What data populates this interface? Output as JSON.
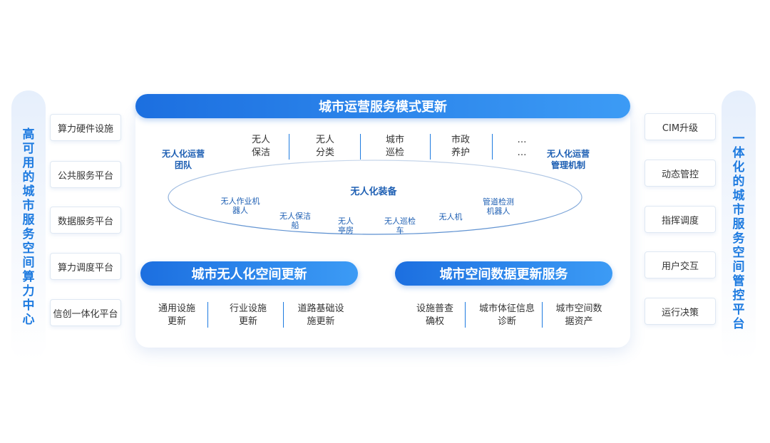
{
  "left_pill": {
    "chars": [
      "高",
      "可",
      "用",
      "的",
      "城",
      "市",
      "服",
      "务",
      "空",
      "间",
      "算",
      "力",
      "中",
      "心"
    ]
  },
  "right_pill": {
    "chars": [
      "一",
      "体",
      "化",
      "的",
      "城",
      "市",
      "服",
      "务",
      "空",
      "间",
      "管",
      "控",
      "平",
      "台"
    ]
  },
  "left_items": [
    "算力硬件设施",
    "公共服务平台",
    "数据服务平台",
    "算力调度平台",
    "信创一体化平台"
  ],
  "right_items": [
    "CIM升级",
    "动态管控",
    "指挥调度",
    "用户交互",
    "运行决策"
  ],
  "top_banner": "城市运营服务模式更新",
  "ops": {
    "team_l1": "无人化运营",
    "team_l2": "团队",
    "mech_l1": "无人化运营",
    "mech_l2": "管理机制",
    "items": [
      {
        "l1": "无人",
        "l2": "保洁"
      },
      {
        "l1": "无人",
        "l2": "分类"
      },
      {
        "l1": "城市",
        "l2": "巡检"
      },
      {
        "l1": "市政",
        "l2": "养护"
      },
      {
        "l1": "…",
        "l2": "…"
      }
    ]
  },
  "equipment": {
    "title": "无人化装备",
    "items": [
      {
        "l1": "无人作业机",
        "l2": "器人"
      },
      {
        "l1": "无人保洁",
        "l2": "船"
      },
      {
        "l1": "无人",
        "l2": "亭房"
      },
      {
        "l1": "无人巡检",
        "l2": "车"
      },
      {
        "l1": "无人机",
        "l2": ""
      },
      {
        "l1": "管道检测",
        "l2": "机器人"
      }
    ]
  },
  "bottom_left": {
    "banner": "城市无人化空间更新",
    "items": [
      {
        "l1": "通用设施",
        "l2": "更新"
      },
      {
        "l1": "行业设施",
        "l2": "更新"
      },
      {
        "l1": "道路基础设",
        "l2": "施更新"
      }
    ]
  },
  "bottom_right": {
    "banner": "城市空间数据更新服务",
    "items": [
      {
        "l1": "设施普查",
        "l2": "确权"
      },
      {
        "l1": "城市体征信息",
        "l2": "诊断"
      },
      {
        "l1": "城市空间数",
        "l2": "据资产"
      }
    ]
  }
}
